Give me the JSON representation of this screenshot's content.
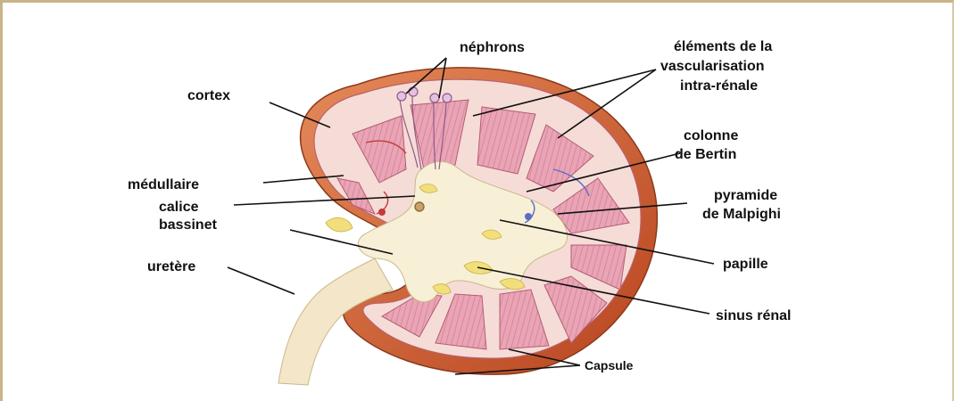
{
  "labels": {
    "nephrons": "néphrons",
    "vascular_1": "éléments de la",
    "vascular_2": "vascularisation",
    "vascular_3": "intra-rénale",
    "cortex": "cortex",
    "colonne_1": "colonne",
    "colonne_2": "de Bertin",
    "medullaire": "médullaire",
    "calice": "calice",
    "bassinet": "bassinet",
    "pyramide_1": "pyramide",
    "pyramide_2": "de Malpighi",
    "uretere": "uretère",
    "papille": "papille",
    "sinus": "sinus rénal",
    "capsule": "Capsule"
  },
  "colors": {
    "capsule": "#c8552a",
    "cortex": "#f6dcd6",
    "pyramid": "#e79db0",
    "sinus": "#f7f0d6",
    "fat": "#f2df7c",
    "ureter": "#f4e6c8",
    "vessel_red": "#c23a3a",
    "vessel_blue": "#5a6cc8"
  }
}
